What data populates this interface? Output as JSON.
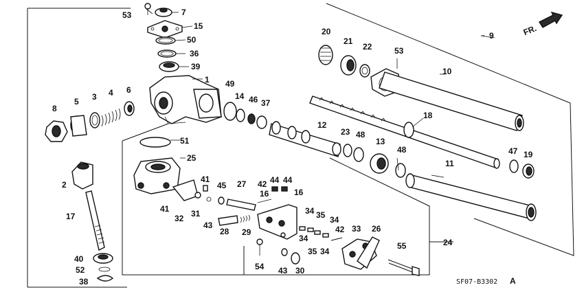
{
  "direction_label": "FR.",
  "diagram_code": "SF07-B3302",
  "diagram_suffix": "A",
  "callouts": [
    "1",
    "2",
    "3",
    "4",
    "5",
    "6",
    "7",
    "8",
    "9",
    "10",
    "11",
    "12",
    "13",
    "14",
    "15",
    "16",
    "16",
    "17",
    "18",
    "19",
    "20",
    "21",
    "22",
    "23",
    "24",
    "25",
    "26",
    "27",
    "28",
    "29",
    "30",
    "31",
    "32",
    "33",
    "34",
    "34",
    "34",
    "34",
    "35",
    "35",
    "36",
    "37",
    "38",
    "39",
    "40",
    "41",
    "41",
    "42",
    "42",
    "43",
    "43",
    "44",
    "44",
    "45",
    "46",
    "47",
    "48",
    "48",
    "49",
    "50",
    "51",
    "52",
    "53",
    "53",
    "54",
    "55"
  ]
}
